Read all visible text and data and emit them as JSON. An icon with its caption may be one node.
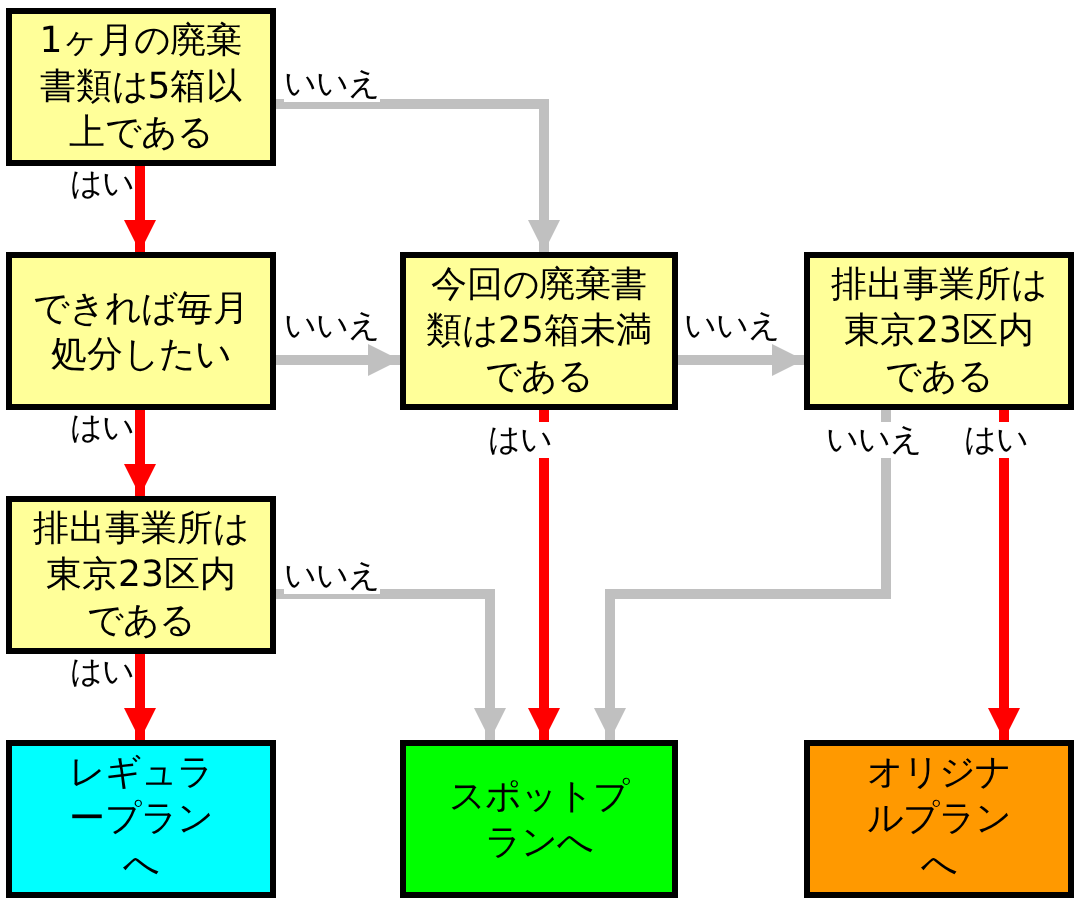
{
  "diagram": {
    "nodes": [
      {
        "text": [
          "1ヶ月の廃棄書類は5箱以上である"
        ]
      },
      {
        "text": [
          "できれば毎月処分したい"
        ]
      },
      {
        "text": [
          "今回の廃棄書類は25箱未満である"
        ]
      },
      {
        "text": [
          "排出事業所は東京23区内である"
        ]
      },
      {
        "text": [
          "排出事業所は東京23区内である"
        ]
      },
      {
        "text": [
          "レギュラープランへ"
        ]
      },
      {
        "text": [
          "スポットプランへ"
        ]
      },
      {
        "text": [
          "オリジナルプランへ"
        ]
      }
    ],
    "edges": [
      {
        "from": 0,
        "to": 1,
        "arrow": "to",
        "label": "はい"
      },
      {
        "from": 0,
        "to": 2,
        "arrow": "to",
        "label": "いいえ",
        "color": "#c0c0c0"
      },
      {
        "from": 1,
        "to": 2,
        "arrow": "to",
        "label": "いいえ",
        "color": "#c0c0c0"
      },
      {
        "from": 2,
        "to": 3,
        "arrow": "to",
        "label": "いいえ",
        "color": "#c0c0c0"
      },
      {
        "from": 1,
        "to": 4,
        "arrow": "to",
        "label": "はい"
      },
      {
        "from": 4,
        "to": 5,
        "arrow": "to",
        "label": "はい"
      },
      {
        "from": 4,
        "to": 6,
        "arrow": "to",
        "label": "いいえ",
        "color": "#c0c0c0"
      },
      {
        "from": 2,
        "to": 6,
        "arrow": "to",
        "label": "はい"
      },
      {
        "from": 3,
        "to": 6,
        "arrow": "to",
        "label": "いいえ",
        "color": "#c0c0c0"
      },
      {
        "from": 3,
        "to": 7,
        "arrow": "to",
        "label": "はい"
      }
    ]
  }
}
